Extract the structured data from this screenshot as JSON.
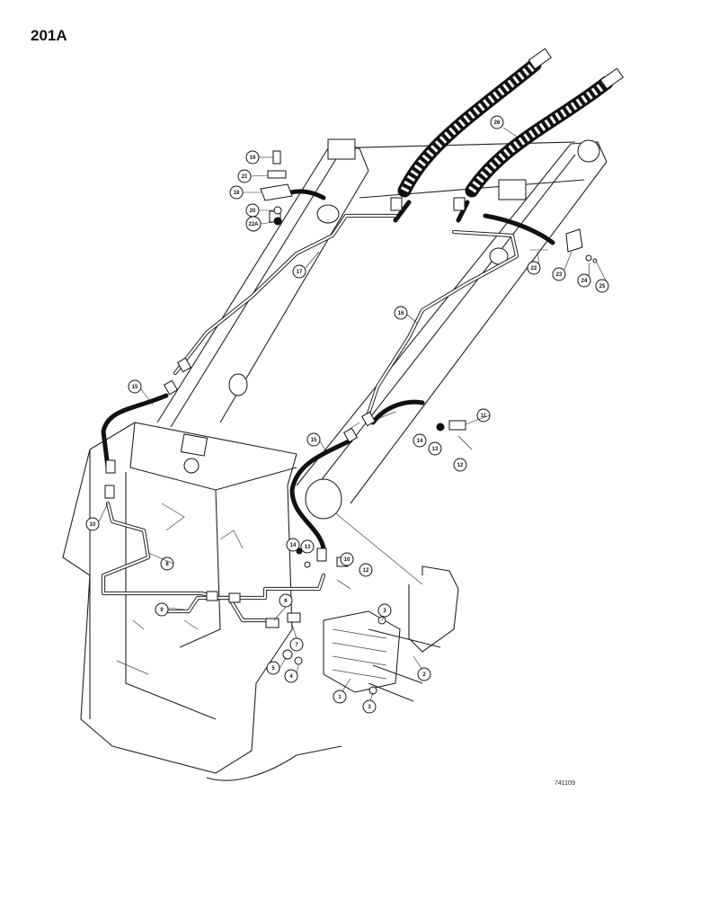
{
  "page_number": "201A",
  "figure_code": "741109",
  "callouts": [
    {
      "id": "c1",
      "text": "1"
    },
    {
      "id": "c2",
      "text": "2"
    },
    {
      "id": "c3a",
      "text": "3"
    },
    {
      "id": "c3b",
      "text": "3"
    },
    {
      "id": "c4",
      "text": "4"
    },
    {
      "id": "c5",
      "text": "5"
    },
    {
      "id": "c6",
      "text": "6"
    },
    {
      "id": "c7",
      "text": "7"
    },
    {
      "id": "c8",
      "text": "8"
    },
    {
      "id": "c9",
      "text": "9"
    },
    {
      "id": "c10a",
      "text": "10"
    },
    {
      "id": "c10b",
      "text": "10"
    },
    {
      "id": "c11",
      "text": "11"
    },
    {
      "id": "c12a",
      "text": "12"
    },
    {
      "id": "c12b",
      "text": "12"
    },
    {
      "id": "c13a",
      "text": "13"
    },
    {
      "id": "c13b",
      "text": "13"
    },
    {
      "id": "c14a",
      "text": "14"
    },
    {
      "id": "c14b",
      "text": "14"
    },
    {
      "id": "c15a",
      "text": "15"
    },
    {
      "id": "c15b",
      "text": "15"
    },
    {
      "id": "c16",
      "text": "16"
    },
    {
      "id": "c17",
      "text": "17"
    },
    {
      "id": "c18",
      "text": "18"
    },
    {
      "id": "c19",
      "text": "19"
    },
    {
      "id": "c20",
      "text": "20"
    },
    {
      "id": "c21",
      "text": "21"
    },
    {
      "id": "c22",
      "text": "22"
    },
    {
      "id": "c23",
      "text": "23"
    },
    {
      "id": "c24",
      "text": "24"
    },
    {
      "id": "c25",
      "text": "25"
    },
    {
      "id": "c26",
      "text": "26"
    },
    {
      "id": "c22a",
      "text": "22A"
    }
  ]
}
